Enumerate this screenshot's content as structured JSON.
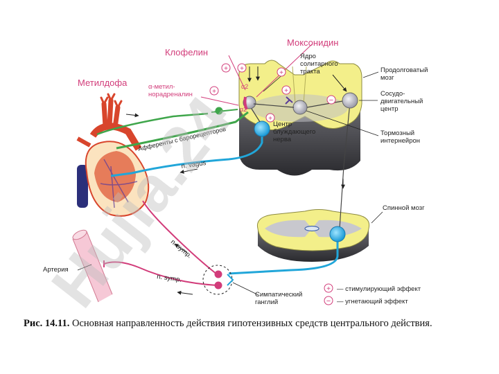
{
  "drugs": {
    "methyldopa": "Метилдофа",
    "alpha_methyl_na": "α-метил-норадреналин",
    "clonidine": "Клофелин",
    "moxonidine": "Моксонидин"
  },
  "labels": {
    "solitary_nucleus": "Ядро солитарного тракта",
    "medulla": "Продолговатый мозг",
    "vasomotor_center": "Сосудо-двигательный центр",
    "vagus_center": "Центр блуждающего нерва",
    "inhibitory_interneuron": "Тормозный интернейрон",
    "baroreceptor_afferents": "Афференты с барорецепторов",
    "n_vagus": "n. vagus",
    "spinal_cord": "Спинной мозг",
    "artery": "Артерия",
    "n_symp_1": "n. symp.",
    "n_symp_2": "n. symp.",
    "symp_ganglion": "Симпатический ганглий",
    "alpha2_1": "α2",
    "alpha2_2": "α2"
  },
  "legend": {
    "stimulating": "— стимулирующий эффект",
    "inhibiting": "— угнетающий эффект",
    "plus": "+",
    "minus": "−"
  },
  "caption": {
    "number": "Рис. 14.11.",
    "text": "Основная направленность действия гипотензивных средств центрального действия."
  },
  "watermark": "Hujia.24",
  "colors": {
    "green": "#3fa64b",
    "cyan": "#21a6d9",
    "pink": "#d23c7a",
    "yellow": "#f3ef8a",
    "heart": "#d8452c"
  }
}
